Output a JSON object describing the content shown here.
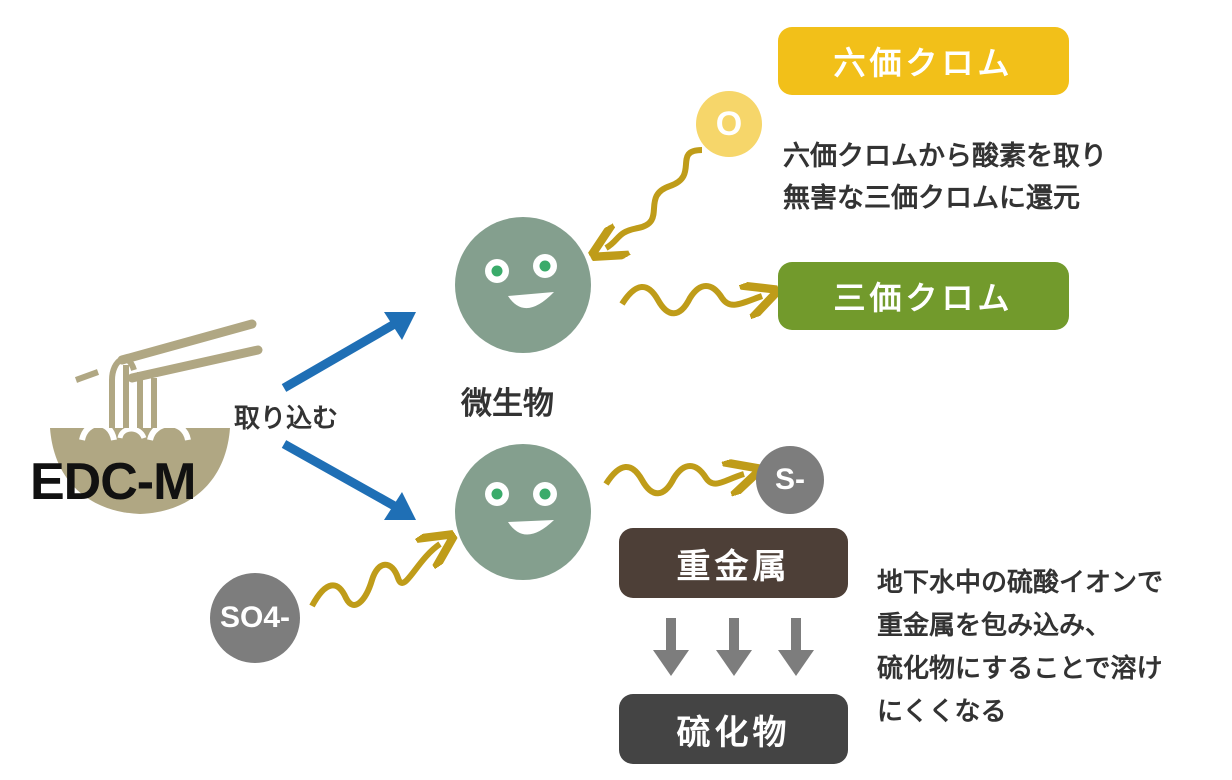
{
  "colors": {
    "yellow": "#f2c019",
    "yellow_light": "#f6d66a",
    "green": "#729a2c",
    "brown": "#4d3f37",
    "dark_gray": "#444444",
    "gray": "#7d7d7d",
    "microbe": "#849f8e",
    "eye": "#3aab6a",
    "blue_arrow": "#1f6fb5",
    "wave": "#bf9c19",
    "bowl": "#b0a783"
  },
  "edc": {
    "name": "EDC-M",
    "icon": "noodle-bowl-icon"
  },
  "intake_label": "取り込む",
  "microbe_label": "微生物",
  "pills": {
    "hexavalent": "六価クロム",
    "trivalent": "三価クロム",
    "heavy_metal": "重金属",
    "sulfide": "硫化物"
  },
  "ions": {
    "oxygen": "O",
    "sulfur": "S-",
    "sulfate": "SO4-"
  },
  "notes": {
    "chromium": [
      "六価クロムから酸素を取り",
      "無害な三価クロムに還元"
    ],
    "sulfate": [
      "地下水中の硫酸イオンで",
      "重金属を包み込み、",
      "硫化物にすることで溶け",
      "にくくなる"
    ]
  }
}
